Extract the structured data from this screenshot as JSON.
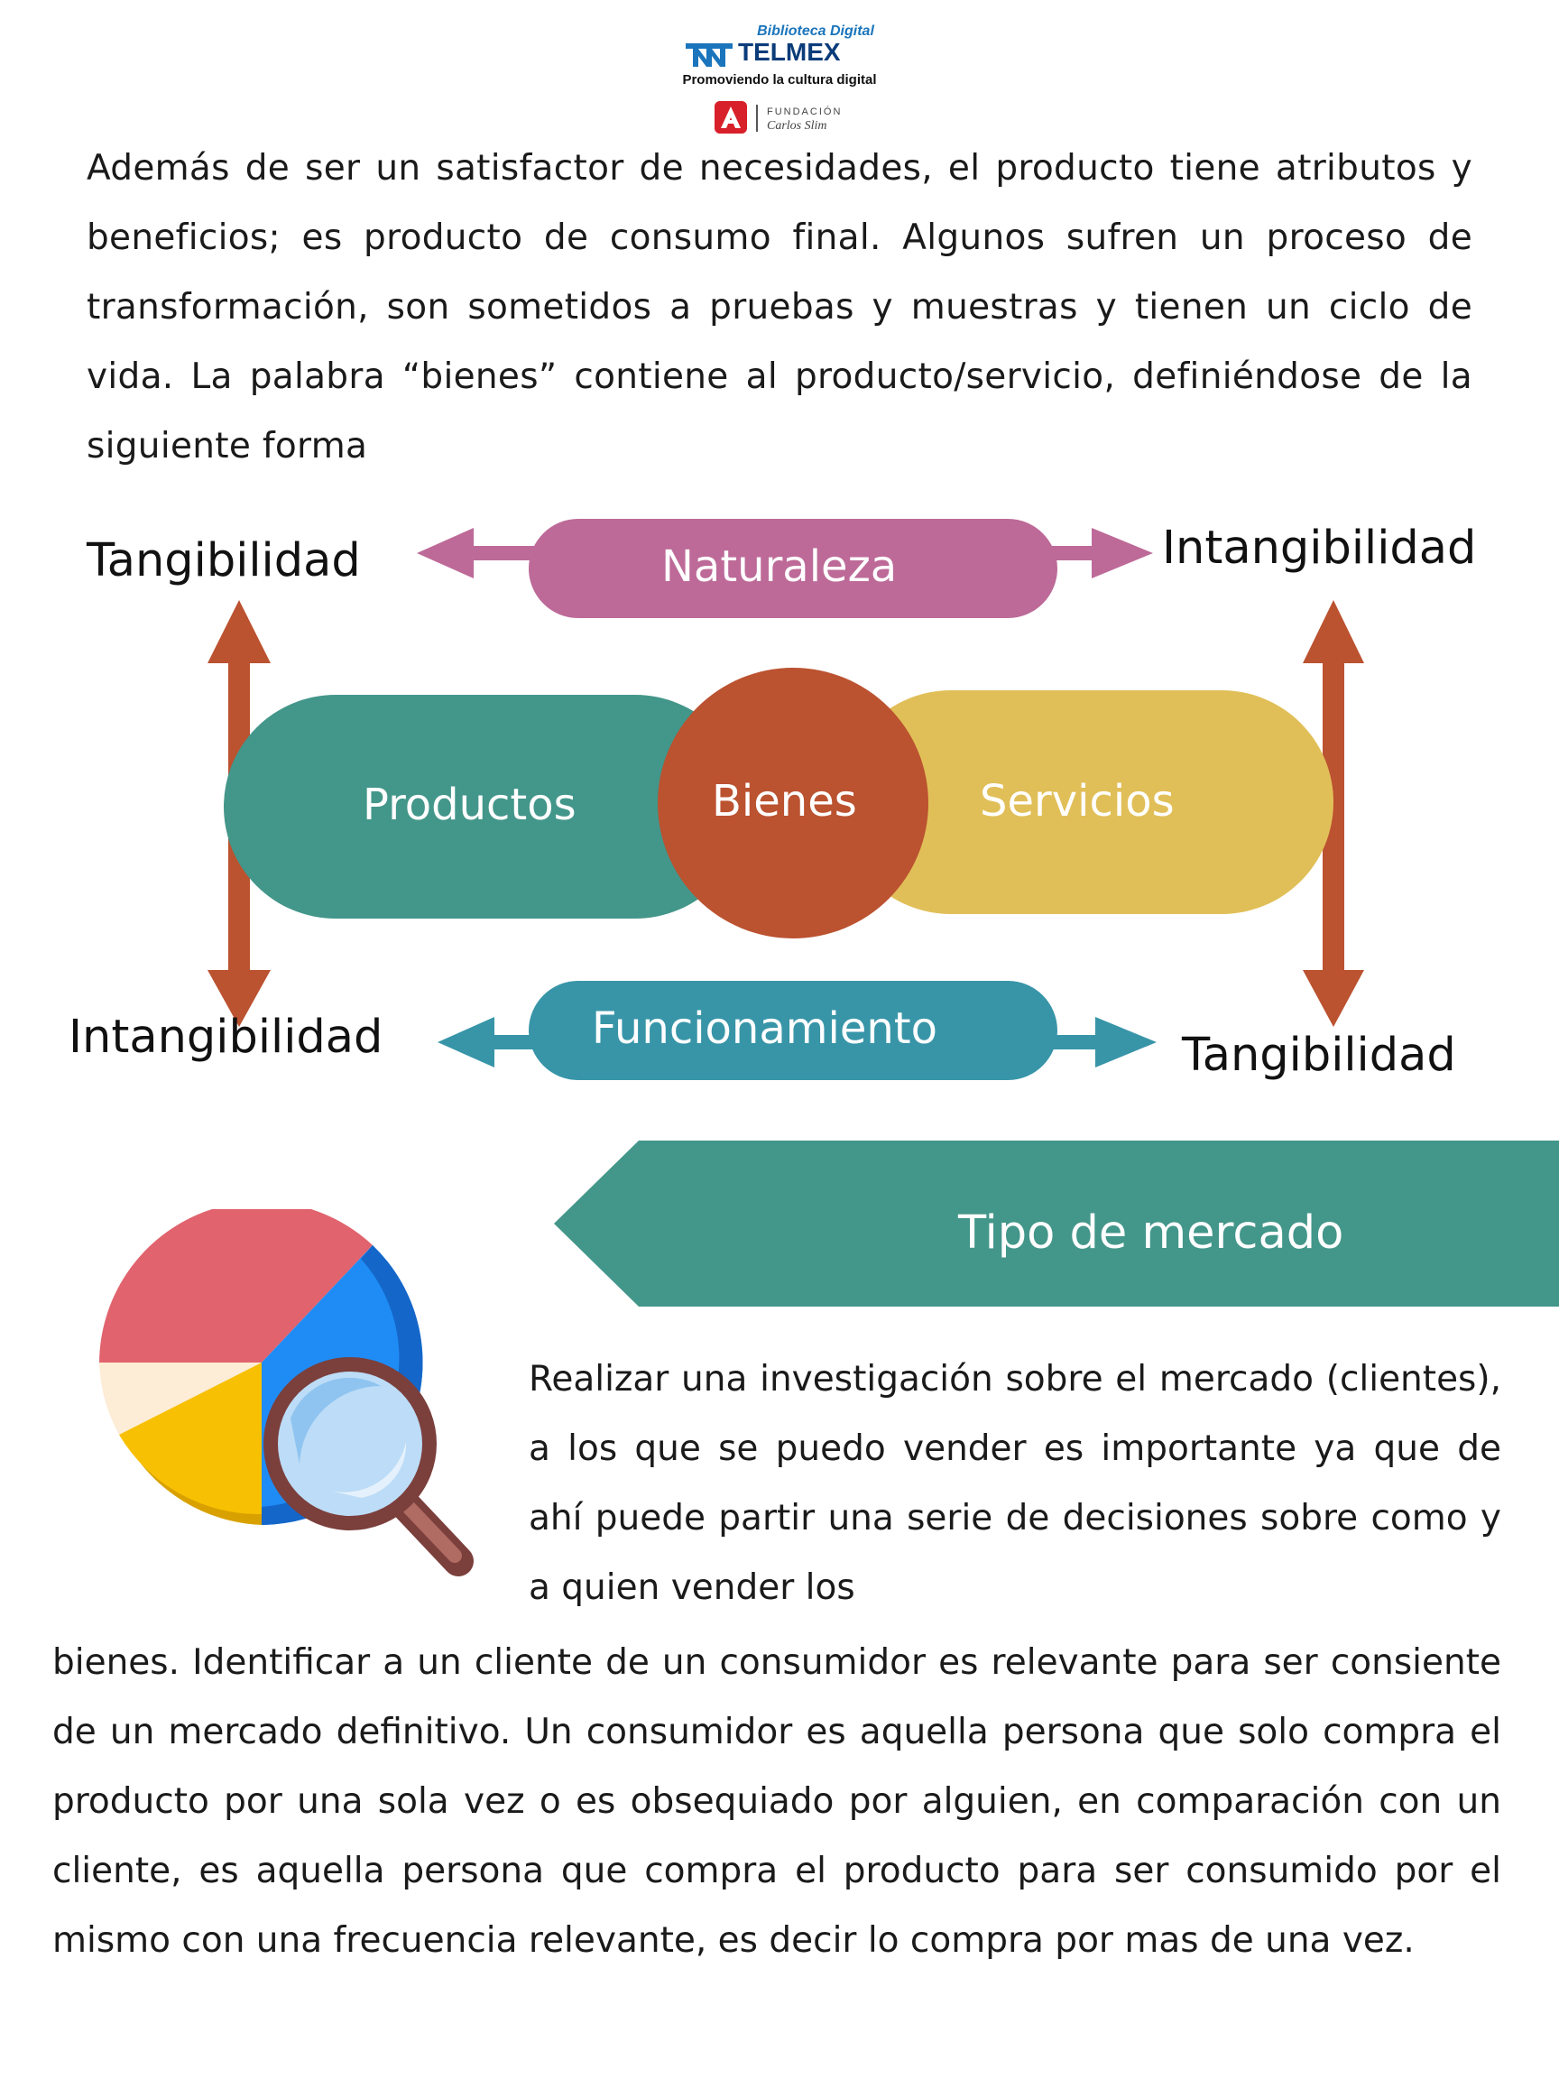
{
  "header": {
    "library_label": "Biblioteca Digital",
    "brand": "TELMEX",
    "tagline": "Promoviendo la cultura digital",
    "foundation_label": "FUNDACIÓN",
    "foundation_signature": "Carlos Slim"
  },
  "intro_paragraph": "Además de ser un satisfactor de necesidades, el producto tiene atributos y beneficios; es producto de consumo final. Algunos sufren un proceso de transformación, son sometidos a pruebas y muestras y tienen un ciclo de vida. La palabra “bienes” contiene al producto/servicio, definiéndose de la siguiente forma",
  "diagram": {
    "top_left": "Tangibilidad",
    "top_right": "Intangibilidad",
    "bottom_left": "Intangibilidad",
    "bottom_right": "Tangibilidad",
    "top_pill": "Naturaleza",
    "bottom_pill": "Funcionamiento",
    "left_pill": "Productos",
    "center_circle": "Bienes",
    "right_pill": "Servicios",
    "colors": {
      "naturaleza": "#bd6a98",
      "funcionamiento": "#3895a8",
      "productos": "#43968a",
      "bienes": "#bb5230",
      "servicios": "#e1bf58",
      "vertical_arrows": "#bb5230"
    }
  },
  "section": {
    "banner_title": "Tipo de mercado",
    "banner_color": "#43968a",
    "illustration": "pie-chart-magnifier-icon"
  },
  "market_paragraph_1": "Realizar una investigación sobre el mercado (clientes), a los que se puedo vender es importante ya que de ahí puede partir una serie de decisiones sobre como y a quien vender los",
  "market_paragraph_2": "bienes. Identificar a un cliente de un consumidor es relevante para ser consiente de un mercado definitivo. Un consumidor es aquella persona que solo compra el producto por una sola vez o es obsequiado por alguien, en comparación con un cliente, es aquella persona que compra el producto para ser consumido por el mismo con una frecuencia relevante, es decir lo compra por mas de una vez."
}
